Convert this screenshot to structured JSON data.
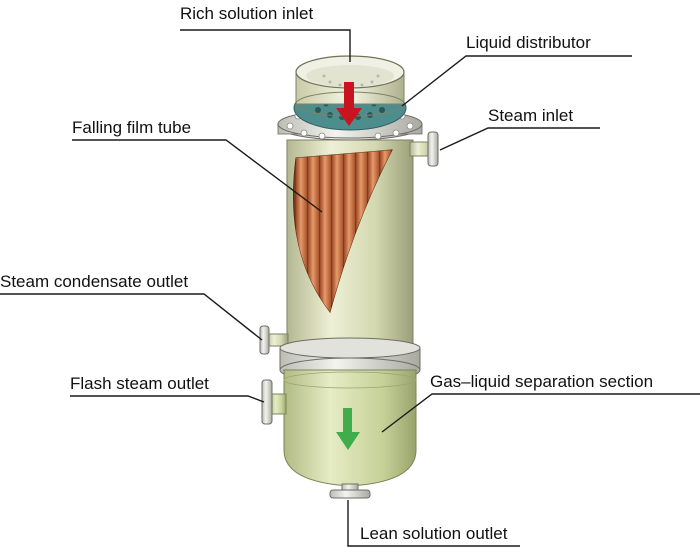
{
  "labels": {
    "rich_solution_inlet": "Rich solution inlet",
    "liquid_distributor": "Liquid distributor",
    "steam_inlet": "Steam inlet",
    "falling_film_tube": "Falling film tube",
    "steam_condensate_outlet": "Steam condensate outlet",
    "flash_steam_outlet": "Flash steam outlet",
    "gas_liquid_separation_section": "Gas–liquid separation section",
    "lean_solution_outlet": "Lean solution outlet"
  },
  "colors": {
    "shell": "#d7dcb6",
    "shell_shadow": "#9ca07c",
    "flange": "#e6e6e0",
    "distributor": "#4e8d8d",
    "tubes": "#c46a3e",
    "tube_highlight": "#e79a6a",
    "inlet_arrow": "#c8141e",
    "outlet_arrow": "#3fae4a",
    "separator": "#cbd6a0"
  },
  "icons": {
    "inlet_flow": "arrow-down-icon",
    "outlet_flow": "arrow-down-icon"
  }
}
